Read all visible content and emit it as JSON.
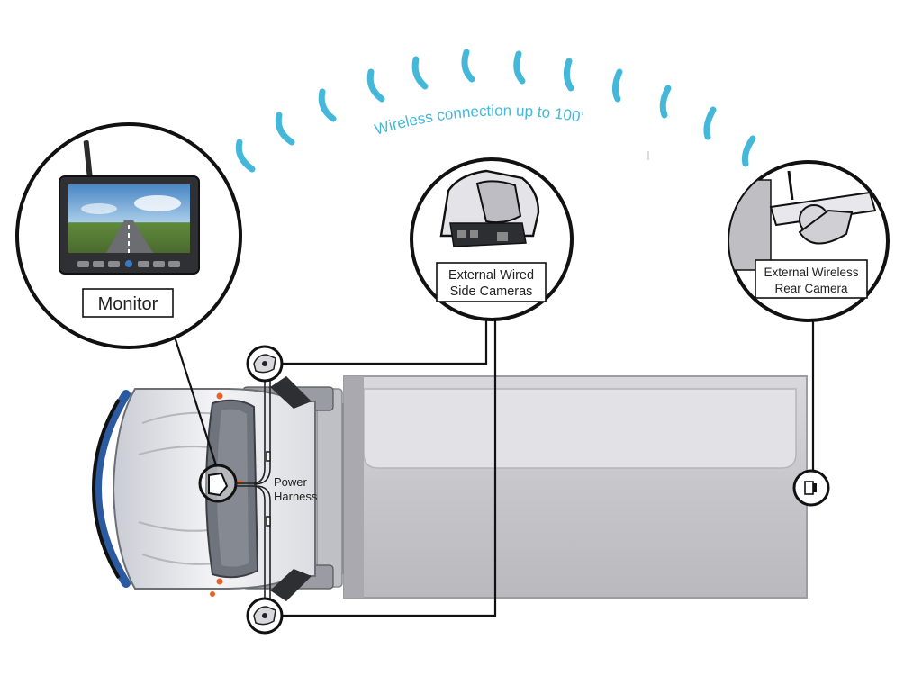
{
  "wireless_text": "Wireless connection up to 100’",
  "monitor": {
    "label": "Monitor"
  },
  "side_cameras": {
    "label_line1": "External Wired",
    "label_line2": "Side Cameras"
  },
  "rear_camera": {
    "label_line1": "External Wireless",
    "label_line2": "Rear Camera"
  },
  "harness": {
    "label_line1": "Power",
    "label_line2": "Harness"
  },
  "colors": {
    "wireless_accent": "#45b8d9",
    "outline": "#111111",
    "trailer_gray": "#cfcfd3",
    "cab_white": "#f2f2f4",
    "cab_blue": "#2c5aa0",
    "marker_orange": "#e8632a"
  },
  "icons": [
    "wifi-wave-icon",
    "monitor-icon",
    "side-camera-icon",
    "rear-camera-icon",
    "mirror-camera-icon",
    "license-plate-camera-icon"
  ]
}
